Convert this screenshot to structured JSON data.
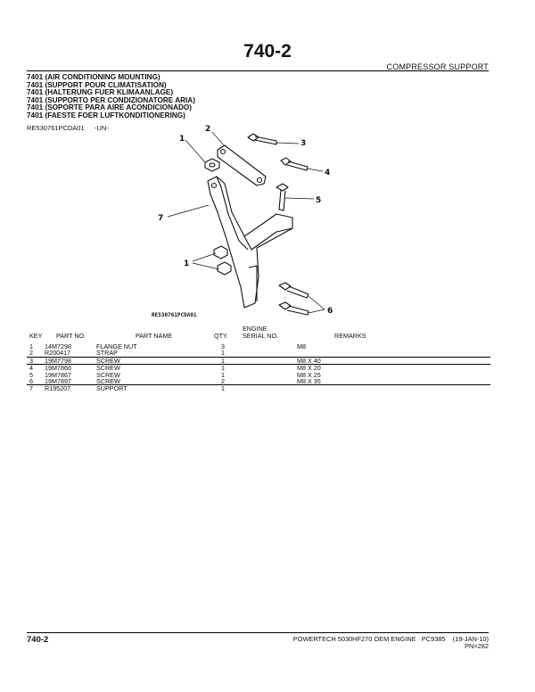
{
  "header": {
    "page_number": "740-2",
    "section": "COMPRESSOR SUPPORT"
  },
  "group": {
    "titles": [
      "7401 (AIR CONDITIONING MOUNTING)",
      "7401 (SUPPORT POUR CLIMATISATION)",
      "7401 (HALTERUNG FUER KLIMAANLAGE)",
      "7401 (SUPPORTO PER CONDIZIONATORE ARIA)",
      "7401 (SOPORTE PARA AIRE ACONDICIONADO)",
      "7401 (FAESTE FOER LUFTKONDITIONERING)"
    ],
    "illustration_ref": "RE530761PCDA01",
    "un_code": "-UN-"
  },
  "illustration": {
    "caption": "RE530761PCDA01",
    "callouts": [
      "1",
      "2",
      "3",
      "4",
      "5",
      "7",
      "1",
      "6"
    ]
  },
  "table": {
    "headers": {
      "key": "KEY",
      "part_no": "PART NO.",
      "part_name": "PART NAME",
      "qty": "QTY.",
      "engine_line1": "ENGINE",
      "engine_line2": "SERIAL NO.",
      "remarks": "REMARKS"
    },
    "rows": [
      {
        "key": "1",
        "part_no": "14M7298",
        "name": "FLANGE NUT",
        "qty": "3",
        "remarks": "M8"
      },
      {
        "key": "2",
        "part_no": "R200417",
        "name": "STRAP",
        "qty": "1",
        "remarks": ""
      },
      {
        "key": "3",
        "part_no": "19M7798",
        "name": "SCREW",
        "qty": "1",
        "remarks": "M8 X 40"
      },
      {
        "key": "4",
        "part_no": "19M7866",
        "name": "SCREW",
        "qty": "1",
        "remarks": "M8 X 20"
      },
      {
        "key": "5",
        "part_no": "19M7867",
        "name": "SCREW",
        "qty": "1",
        "remarks": "M8 X 25"
      },
      {
        "key": "6",
        "part_no": "19M7897",
        "name": "SCREW",
        "qty": "2",
        "remarks": "M8 X 35"
      },
      {
        "key": "7",
        "part_no": "R195207",
        "name": "SUPPORT",
        "qty": "1",
        "remarks": ""
      }
    ]
  },
  "footer": {
    "page_number": "740-2",
    "title": "POWERTECH 5030HF270 OEM ENGINE",
    "catalog": "PC9385",
    "date": "(19-JAN-10)",
    "pn": "PN=282"
  }
}
